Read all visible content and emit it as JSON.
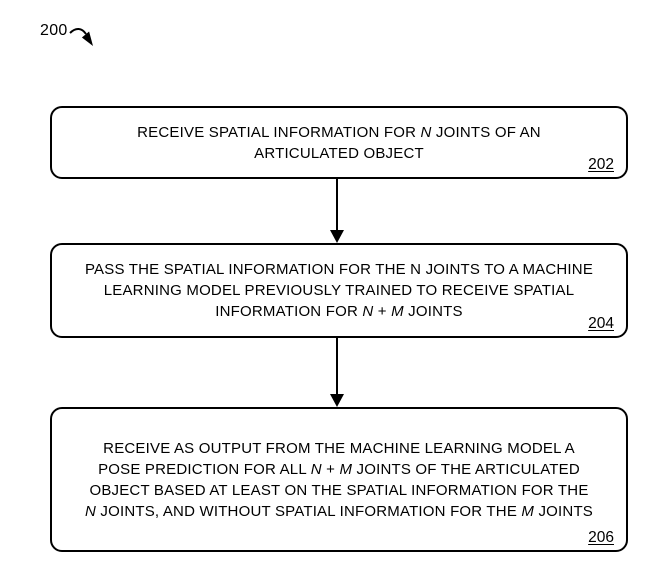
{
  "figure": {
    "label": "200"
  },
  "colors": {
    "ink": "#000000",
    "paper": "#ffffff"
  },
  "flowchart": {
    "boxes": [
      {
        "ref": "202",
        "lines": [
          {
            "segments": [
              {
                "t": "RECEIVE SPATIAL INFORMATION FOR ",
                "italic": false
              },
              {
                "t": "N",
                "italic": true
              },
              {
                "t": " JOINTS OF AN",
                "italic": false
              }
            ]
          },
          {
            "segments": [
              {
                "t": "ARTICULATED OBJECT",
                "italic": false
              }
            ]
          }
        ]
      },
      {
        "ref": "204",
        "lines": [
          {
            "segments": [
              {
                "t": "PASS THE SPATIAL INFORMATION FOR THE N JOINTS TO A MACHINE",
                "italic": false
              }
            ]
          },
          {
            "segments": [
              {
                "t": "LEARNING MODEL PREVIOUSLY TRAINED TO RECEIVE SPATIAL",
                "italic": false
              }
            ]
          },
          {
            "segments": [
              {
                "t": "INFORMATION FOR ",
                "italic": false
              },
              {
                "t": "N",
                "italic": true
              },
              {
                "t": " + ",
                "italic": false
              },
              {
                "t": "M",
                "italic": true
              },
              {
                "t": " JOINTS",
                "italic": false
              }
            ]
          }
        ]
      },
      {
        "ref": "206",
        "lines": [
          {
            "segments": [
              {
                "t": "RECEIVE AS OUTPUT FROM THE MACHINE LEARNING MODEL A",
                "italic": false
              }
            ]
          },
          {
            "segments": [
              {
                "t": "POSE PREDICTION FOR ALL ",
                "italic": false
              },
              {
                "t": "N",
                "italic": true
              },
              {
                "t": " + ",
                "italic": false
              },
              {
                "t": "M",
                "italic": true
              },
              {
                "t": " JOINTS OF THE ARTICULATED",
                "italic": false
              }
            ]
          },
          {
            "segments": [
              {
                "t": "OBJECT BASED AT LEAST ON THE SPATIAL INFORMATION FOR THE",
                "italic": false
              }
            ]
          },
          {
            "segments": [
              {
                "t": "N",
                "italic": true
              },
              {
                "t": " JOINTS, AND WITHOUT SPATIAL INFORMATION FOR THE ",
                "italic": false
              },
              {
                "t": "M",
                "italic": true
              },
              {
                "t": " JOINTS",
                "italic": false
              }
            ]
          }
        ]
      }
    ]
  }
}
